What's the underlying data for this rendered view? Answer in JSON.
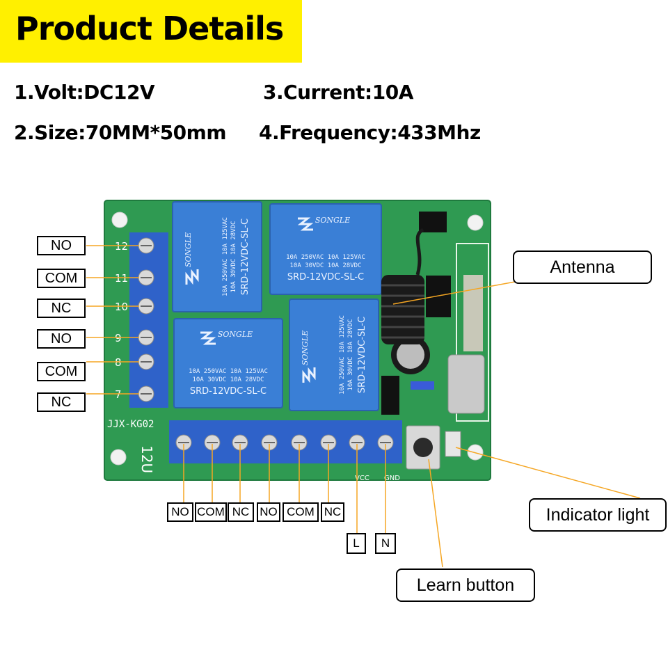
{
  "header": {
    "title": "Product Details"
  },
  "specs": {
    "volt": "1.Volt:DC12V",
    "current": "3.Current:10A",
    "size": "2.Size:70MM*50mm",
    "frequency": "4.Frequency:433Mhz"
  },
  "left_terminal_labels": [
    "NO",
    "COM",
    "NC",
    "NO",
    "COM",
    "NC"
  ],
  "bottom_terminal_labels": [
    "NO",
    "COM",
    "NC",
    "NO",
    "COM",
    "NC"
  ],
  "power_labels": {
    "live": "L",
    "neutral": "N"
  },
  "callouts": {
    "antenna": "Antenna",
    "indicator_light": "Indicator light",
    "learn_button": "Learn button"
  },
  "relay": {
    "brand": "SONGLE",
    "model": "SRD-12VDC-SL-C",
    "rating_line1": "10A 250VAC 10A 125VAC",
    "rating_line2": "10A 30VDC 10A 28VDC"
  },
  "board": {
    "model_text": "JJX-KG02",
    "voltage_text": "12U",
    "terminal_numbers": [
      "12",
      "11",
      "10",
      "9",
      "8",
      "7"
    ],
    "vcc_text": "VCC",
    "gnd_text": "GND"
  },
  "colors": {
    "banner": "#fff000",
    "pcb": "#2f9a52",
    "relay": "#3a7fd6",
    "terminal": "#2f62c9",
    "leader_line": "#f5a623"
  }
}
